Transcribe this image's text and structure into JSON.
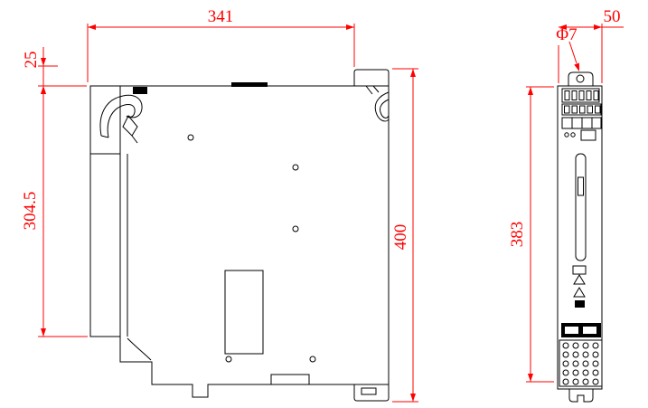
{
  "dims": {
    "depth": "341",
    "top_offset": "25",
    "front_height": "304.5",
    "overall_height": "400",
    "hole_diameter": "Φ7",
    "width": "50",
    "body_height": "383"
  },
  "colors": {
    "outline": "#000000",
    "dimension": "#ff0000",
    "background": "#ffffff"
  }
}
